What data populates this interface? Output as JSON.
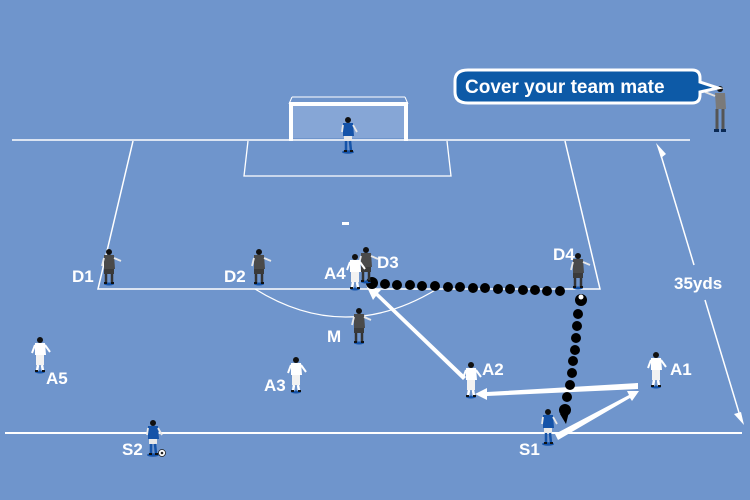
{
  "colors": {
    "pitch": "#6f95cc",
    "line": "#ffffff",
    "bubble_fill": "#0d5aa7",
    "attacker_kit": "#ffffff",
    "defender_kit": "#4a4a4a",
    "server_kit": "#1553a8",
    "dribble": "#000000"
  },
  "callout": {
    "text": "Cover your team mate"
  },
  "measurement": {
    "text": "35yds"
  },
  "players": {
    "attackers": [
      {
        "id": "A1",
        "label": "A1"
      },
      {
        "id": "A2",
        "label": "A2"
      },
      {
        "id": "A3",
        "label": "A3"
      },
      {
        "id": "A4",
        "label": "A4"
      },
      {
        "id": "A5",
        "label": "A5"
      }
    ],
    "defenders": [
      {
        "id": "D1",
        "label": "D1"
      },
      {
        "id": "D2",
        "label": "D2"
      },
      {
        "id": "D3",
        "label": "D3"
      },
      {
        "id": "D4",
        "label": "D4"
      },
      {
        "id": "M",
        "label": "M"
      }
    ],
    "servers": [
      {
        "id": "S1",
        "label": "S1"
      },
      {
        "id": "S2",
        "label": "S2"
      }
    ]
  },
  "movements": [
    {
      "type": "pass",
      "from": "S1",
      "to": "A1"
    },
    {
      "type": "pass",
      "from": "A1",
      "to": "A2"
    },
    {
      "type": "pass",
      "from": "A2",
      "to": "A4"
    },
    {
      "type": "run",
      "from": "S1",
      "to": "D4",
      "style": "dotted"
    },
    {
      "type": "run",
      "from": "D4",
      "to": "D3",
      "style": "dotted"
    }
  ]
}
